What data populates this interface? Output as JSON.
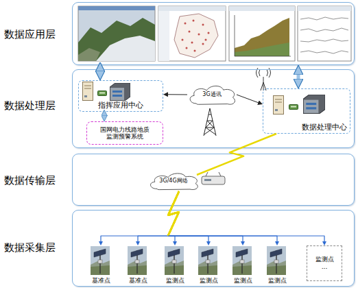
{
  "diagram": {
    "nodes": [
      {
        "text": [
          "数据应用层"
        ]
      },
      {
        "text": [
          "数据处理层"
        ]
      },
      {
        "text": [
          "指挥应用中心"
        ],
        "in": 1
      },
      {
        "text": [
          "国网电力线路地质监测预警系统"
        ],
        "in": 1
      },
      {
        "text": [
          "3G通讯"
        ],
        "in": 1
      },
      {
        "text": [
          "数据处理中心"
        ],
        "in": 1
      },
      {
        "text": [
          "数据传输层"
        ]
      },
      {
        "text": [
          "3G/4G网络"
        ],
        "in": 6
      },
      {
        "text": [
          "数据采集层"
        ]
      },
      {
        "text": [
          "基准点"
        ],
        "in": 8
      },
      {
        "text": [
          "基准点"
        ],
        "in": 8
      },
      {
        "text": [
          "监测点"
        ],
        "in": 8
      },
      {
        "text": [
          "监测点"
        ],
        "in": 8
      },
      {
        "text": [
          "监测点"
        ],
        "in": 8
      },
      {
        "text": [
          "监测点"
        ],
        "in": 8
      },
      {
        "text": [
          "监测点",
          "..."
        ],
        "in": 8
      }
    ],
    "edges": [
      {
        "from": 0,
        "to": 2,
        "arrow": "both"
      },
      {
        "from": 0,
        "to": 5,
        "arrow": "both"
      },
      {
        "from": 2,
        "to": 3,
        "arrow": "both"
      },
      {
        "from": 4,
        "to": 2,
        "arrow": "to"
      },
      {
        "from": 4,
        "to": 5,
        "arrow": "to"
      },
      {
        "from": 5,
        "to": 7,
        "arrow": "none"
      },
      {
        "from": 7,
        "to": 9,
        "arrow": "to"
      },
      {
        "from": 7,
        "to": 10,
        "arrow": "to"
      },
      {
        "from": 7,
        "to": 11,
        "arrow": "to"
      },
      {
        "from": 7,
        "to": 12,
        "arrow": "to"
      },
      {
        "from": 7,
        "to": 13,
        "arrow": "to"
      },
      {
        "from": 7,
        "to": 14,
        "arrow": "to"
      },
      {
        "from": 7,
        "to": 15,
        "arrow": "to"
      }
    ]
  }
}
